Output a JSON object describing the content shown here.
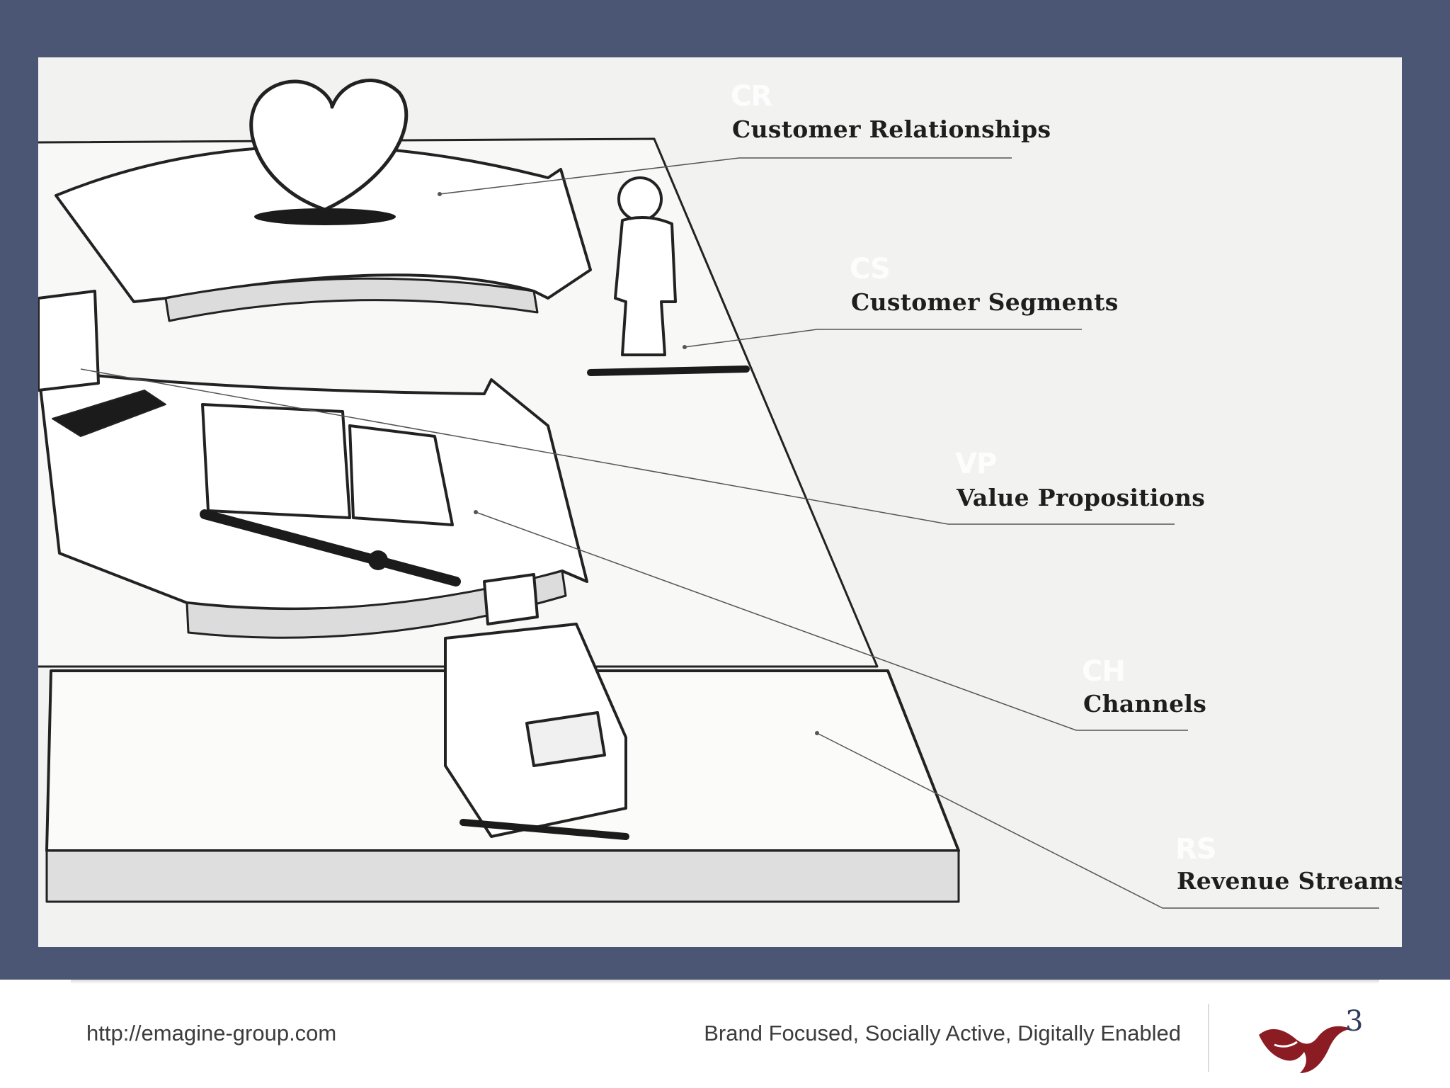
{
  "diagram": {
    "blocks": [
      {
        "id": "customer-relationships",
        "abbr": "CR",
        "label": "Customer Relationships"
      },
      {
        "id": "customer-segments",
        "abbr": "CS",
        "label": "Customer Segments"
      },
      {
        "id": "value-propositions",
        "abbr": "VP",
        "label": "Value Propositions"
      },
      {
        "id": "channels",
        "abbr": "CH",
        "label": "Channels"
      },
      {
        "id": "revenue-streams",
        "abbr": "RS",
        "label": "Revenue Streams"
      }
    ]
  },
  "footer": {
    "url": "http://emagine-group.com",
    "tagline": "Brand Focused, Socially Active, Digitally Enabled",
    "logo_superscript": "3"
  },
  "colors": {
    "frame": "#4b5675",
    "canvas": "#f2f2f1",
    "logo_red": "#8b1c24",
    "logo_navy": "#2d3a5c"
  }
}
